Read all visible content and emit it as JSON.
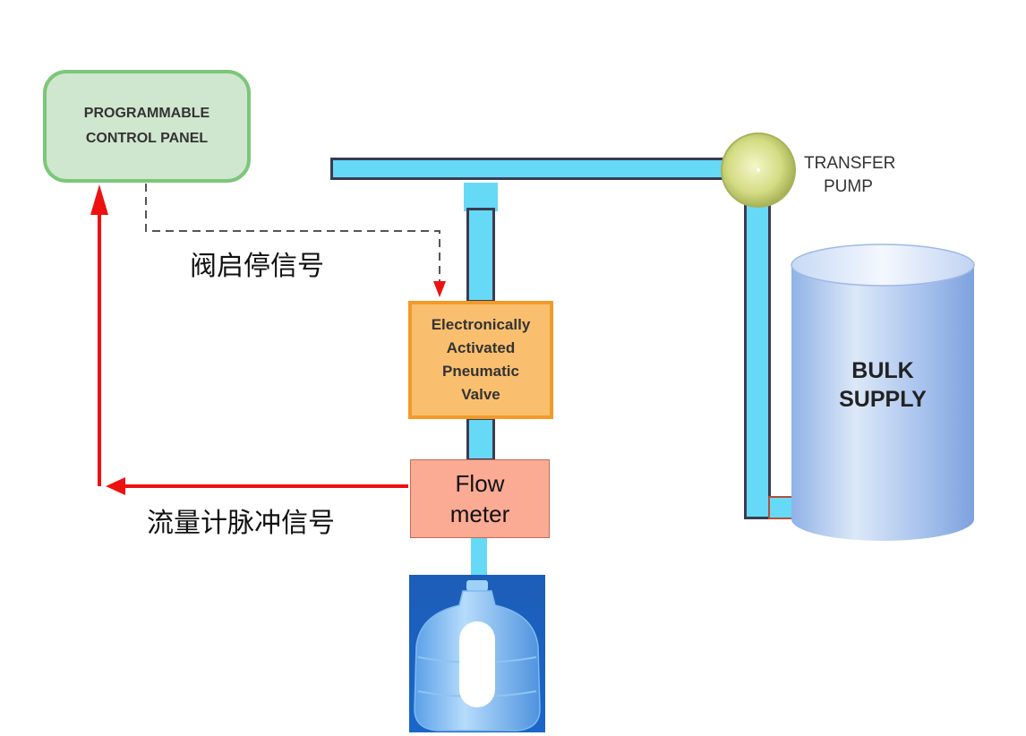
{
  "control_panel": {
    "line1": "PROGRAMMABLE",
    "line2": "CONTROL PANEL",
    "fill": "#cfe6cf",
    "border": "#7cc67a"
  },
  "valve": {
    "line1": "Electronically",
    "line2": "Activated",
    "line3": "Pneumatic",
    "line4": "Valve",
    "fill": "#f9bf6f",
    "border": "#f39a28"
  },
  "flow_meter": {
    "line1": "Flow",
    "line2": "meter",
    "fill": "#fbaa94"
  },
  "pump": {
    "line1": "TRANSFER",
    "line2": "PUMP"
  },
  "tank": {
    "line1": "BULK",
    "line2": "SUPPLY"
  },
  "signals": {
    "valve_signal": "阀启停信号",
    "flow_signal": "流量计脉冲信号",
    "arrow_color": "#ee1111"
  },
  "pipe_color": "#66d9f7"
}
